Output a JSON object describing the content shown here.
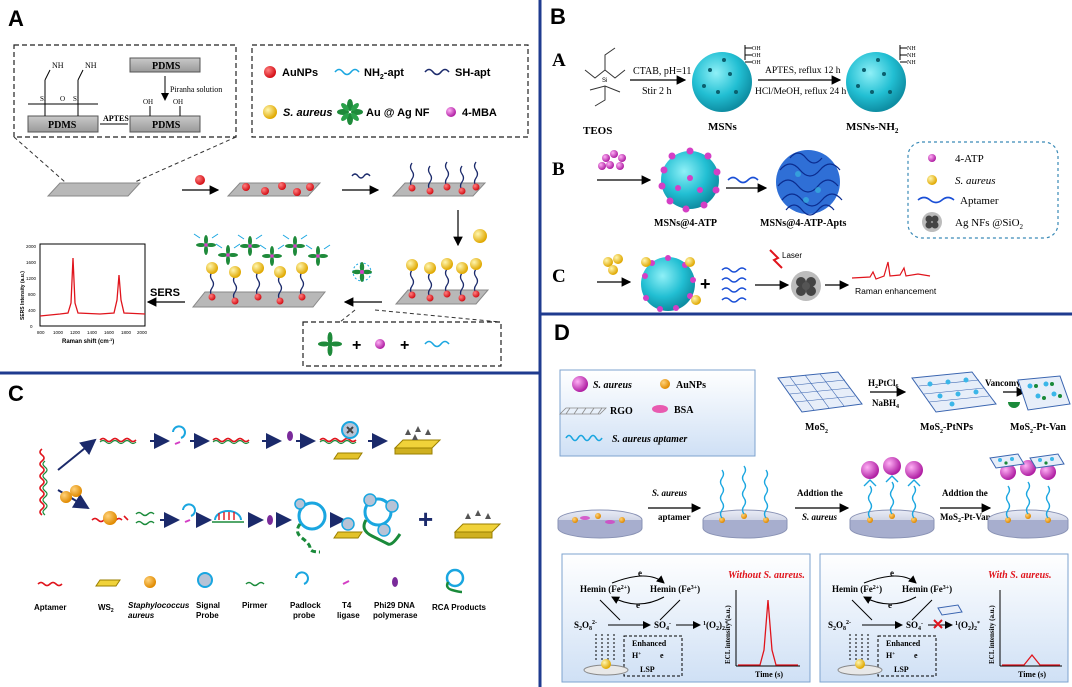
{
  "panels": {
    "A": {
      "letter": "A",
      "pdms_top": "PDMS",
      "pdms_bottom": "PDMS",
      "pdms_bottom2": "PDMS",
      "aptes": "APTES",
      "piranha": "Piranha solution",
      "nh2": "NH",
      "nh2_sub": "2",
      "oh": "OH",
      "o": "O",
      "si": "Si",
      "legend": {
        "aunps": "AuNPs",
        "nh2_apt": "NH",
        "nh2_apt_sub": "2",
        "nh2_apt_suffix": "-apt",
        "sh_apt": "SH-apt",
        "s_aureus": "S. aureus",
        "au_ag": "Au @ Ag NF",
        "mba": "4-MBA"
      },
      "sers": "SERS",
      "plot": {
        "ylabel": "SERS Intensity (a.u.)",
        "xlabel": "Raman shift (cm",
        "xlabel_sup": "-1",
        "xlabel_end": ")",
        "yticks": [
          "0",
          "400",
          "800",
          "1200",
          "1600",
          "2000"
        ],
        "xticks": [
          "800",
          "1000",
          "1200",
          "1400",
          "1600",
          "1800",
          "2000"
        ]
      },
      "plus1": "+",
      "plus2": "+"
    },
    "B": {
      "letter": "B",
      "rowA": "A",
      "rowB": "B",
      "rowC": "C",
      "teos": "TEOS",
      "msns": "MSNs",
      "msns_nh2": "MSNs-NH",
      "msns_nh2_sub": "2",
      "cond1_top": "CTAB, pH=11",
      "cond1_bottom": "Stir 2 h",
      "cond2_top": "APTES, reflux 12 h",
      "cond2_bottom": "HCl/MeOH, reflux 24 h",
      "oh": "OH",
      "nh2": "NH",
      "nh2_sub": "2",
      "msns_atp": "MSNs@4-ATP",
      "msns_atp_apts": "MSNs@4-ATP-Apts",
      "plus": "+",
      "laser": "Laser",
      "raman": "Raman enhancement",
      "legend": {
        "atp": "4-ATP",
        "s_aureus": "S. aureus",
        "aptamer": "Aptamer",
        "ag": "Ag NFs @SiO",
        "ag_sub": "2"
      }
    },
    "C": {
      "letter": "C",
      "plus": "+",
      "legend": {
        "aptamer": "Aptamer",
        "ws2": "WS",
        "ws2_sub": "2",
        "staph1": "Staphylococcus",
        "staph2": "aureus",
        "signal1": "Signal",
        "signal2": "Probe",
        "primer": "Pirmer",
        "padlock1": "Padlock",
        "padlock2": "probe",
        "t4_1": "T4",
        "t4_2": "ligase",
        "phi1": "Phi29 DNA",
        "phi2": "polymerase",
        "rca": "RCA Products"
      }
    },
    "D": {
      "letter": "D",
      "legend": {
        "s_aureus": "S. aureus",
        "aunps": "AuNPs",
        "rgo": "RGO",
        "bsa": "BSA",
        "aptamer": "S. aureus aptamer"
      },
      "mos2": "MoS",
      "mos2_sub": "2",
      "mos2_ptnps": "MoS",
      "mos2_ptnps_suffix": "-PtNPs",
      "mos2_pt_van": "MoS",
      "mos2_pt_van_suffix": "-Pt-Van",
      "h2ptcl6": "H",
      "h2ptcl6_mid": "PtCl",
      "h2ptcl6_sub": "6",
      "nabh4": "NaBH",
      "nabh4_sub": "4",
      "vancomycin": "Vancomycin",
      "step1_top": "S. aureus",
      "step1_bottom": "aptamer",
      "step2_top": "Addtion the",
      "step2_bottom": "S. aureus",
      "step3_top": "Addtion the",
      "step3_bottom": "MoS",
      "step3_bottom_suffix": "-Pt-Van",
      "left_box": {
        "hemin2": "Hemin (Fe",
        "hemin2_sup": "2+",
        "hemin3": "Hemin (Fe",
        "hemin3_sup": "3+",
        "e": "e",
        "s2o8": "S",
        "so4": "SO",
        "o2": "(O",
        "enhanced": "Enhanced",
        "hplus": "H",
        "lsp": "LSP",
        "title": "Without S. aureus.",
        "ylabel": "ECL intensity (a.u.)",
        "xlabel": "Time (s)"
      },
      "right_box": {
        "title": "With S. aureus.",
        "ylabel": "ECL intensity (a.u.)",
        "xlabel": "Time (s)"
      }
    }
  },
  "colors": {
    "divider": "#1f3b8f",
    "aunp_red": "#e8262b",
    "sphere_cyan": "#2ec4d6",
    "magenta": "#d43fc5",
    "gold": "#f2c230",
    "wave_blue": "#1a7fd6",
    "red_text": "#e0141c"
  }
}
